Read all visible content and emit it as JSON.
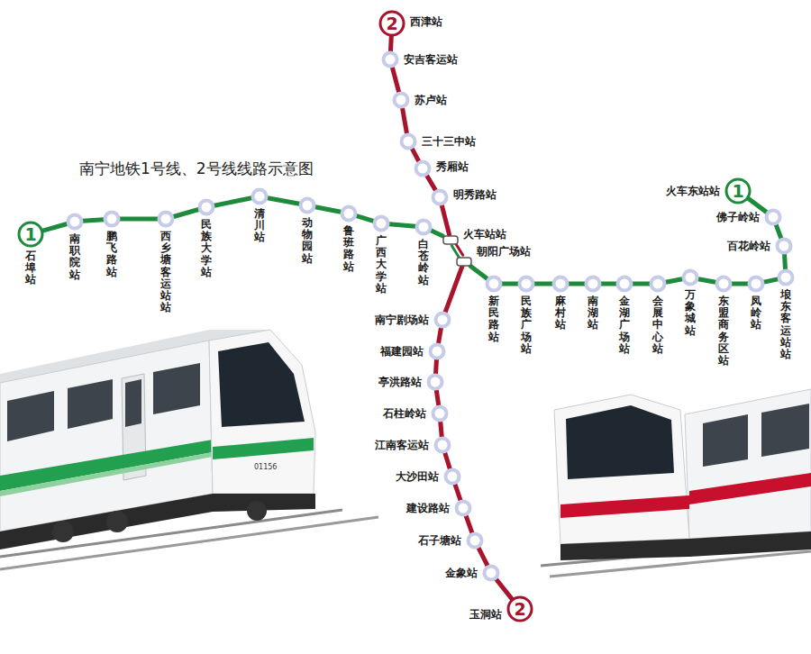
{
  "diagram": {
    "title": "南宁地铁1号线、2号线线路示意图",
    "nodes": [
      {
        "text": [
          "1",
          "石埠站"
        ]
      },
      {
        "text": [
          "南职院站"
        ]
      },
      {
        "text": [
          "鹏飞路站"
        ]
      },
      {
        "text": [
          "西乡塘客运站站"
        ]
      },
      {
        "text": [
          "民族大学站"
        ]
      },
      {
        "text": [
          "清川站"
        ]
      },
      {
        "text": [
          "动物园站"
        ]
      },
      {
        "text": [
          "鲁班路站"
        ]
      },
      {
        "text": [
          "广西大学站"
        ]
      },
      {
        "text": [
          "白苍岭站"
        ]
      },
      {
        "text": [
          "火车站站"
        ]
      },
      {
        "text": [
          "朝阳广场站"
        ]
      },
      {
        "text": [
          "新民路站"
        ]
      },
      {
        "text": [
          "民族广场站"
        ]
      },
      {
        "text": [
          "麻村站"
        ]
      },
      {
        "text": [
          "南湖站"
        ]
      },
      {
        "text": [
          "金湖广场站"
        ]
      },
      {
        "text": [
          "会展中心站"
        ]
      },
      {
        "text": [
          "万象城站"
        ]
      },
      {
        "text": [
          "东盟商务区站"
        ]
      },
      {
        "text": [
          "凤岭站"
        ]
      },
      {
        "text": [
          "埌东客运站站"
        ]
      },
      {
        "text": [
          "百花岭站"
        ]
      },
      {
        "text": [
          "佛子岭站"
        ]
      },
      {
        "text": [
          "1",
          "火车东站站"
        ]
      },
      {
        "text": [
          "2",
          "西津站"
        ]
      },
      {
        "text": [
          "安吉客运站"
        ]
      },
      {
        "text": [
          "苏卢站"
        ]
      },
      {
        "text": [
          "三十三中站"
        ]
      },
      {
        "text": [
          "秀厢站"
        ]
      },
      {
        "text": [
          "明秀路站"
        ]
      },
      {
        "text": [
          "南宁剧场站"
        ]
      },
      {
        "text": [
          "福建园站"
        ]
      },
      {
        "text": [
          "亭洪路站"
        ]
      },
      {
        "text": [
          "石柱岭站"
        ]
      },
      {
        "text": [
          "江南客运站"
        ]
      },
      {
        "text": [
          "大沙田站"
        ]
      },
      {
        "text": [
          "建设路站"
        ]
      },
      {
        "text": [
          "石子塘站"
        ]
      },
      {
        "text": [
          "金象站"
        ]
      },
      {
        "text": [
          "2",
          "玉洞站"
        ]
      }
    ],
    "edges": [
      {
        "from": 0,
        "to": 1,
        "arrow": "none"
      },
      {
        "from": 1,
        "to": 2,
        "arrow": "none"
      },
      {
        "from": 2,
        "to": 3,
        "arrow": "none"
      },
      {
        "from": 3,
        "to": 4,
        "arrow": "none"
      },
      {
        "from": 4,
        "to": 5,
        "arrow": "none"
      },
      {
        "from": 5,
        "to": 6,
        "arrow": "none"
      },
      {
        "from": 6,
        "to": 7,
        "arrow": "none"
      },
      {
        "from": 7,
        "to": 8,
        "arrow": "none"
      },
      {
        "from": 8,
        "to": 9,
        "arrow": "none"
      },
      {
        "from": 9,
        "to": 10,
        "arrow": "none"
      },
      {
        "from": 10,
        "to": 11,
        "arrow": "none"
      },
      {
        "from": 11,
        "to": 12,
        "arrow": "none"
      },
      {
        "from": 12,
        "to": 13,
        "arrow": "none"
      },
      {
        "from": 13,
        "to": 14,
        "arrow": "none"
      },
      {
        "from": 14,
        "to": 15,
        "arrow": "none"
      },
      {
        "from": 15,
        "to": 16,
        "arrow": "none"
      },
      {
        "from": 16,
        "to": 17,
        "arrow": "none"
      },
      {
        "from": 17,
        "to": 18,
        "arrow": "none"
      },
      {
        "from": 18,
        "to": 19,
        "arrow": "none"
      },
      {
        "from": 19,
        "to": 20,
        "arrow": "none"
      },
      {
        "from": 20,
        "to": 21,
        "arrow": "none"
      },
      {
        "from": 21,
        "to": 22,
        "arrow": "none"
      },
      {
        "from": 22,
        "to": 23,
        "arrow": "none"
      },
      {
        "from": 23,
        "to": 24,
        "arrow": "none"
      },
      {
        "from": 25,
        "to": 26,
        "arrow": "none"
      },
      {
        "from": 26,
        "to": 27,
        "arrow": "none"
      },
      {
        "from": 27,
        "to": 28,
        "arrow": "none"
      },
      {
        "from": 28,
        "to": 29,
        "arrow": "none"
      },
      {
        "from": 29,
        "to": 30,
        "arrow": "none"
      },
      {
        "from": 30,
        "to": 10,
        "arrow": "none"
      },
      {
        "from": 10,
        "to": 11,
        "arrow": "none"
      },
      {
        "from": 11,
        "to": 31,
        "arrow": "none"
      },
      {
        "from": 31,
        "to": 32,
        "arrow": "none"
      },
      {
        "from": 32,
        "to": 33,
        "arrow": "none"
      },
      {
        "from": 33,
        "to": 34,
        "arrow": "none"
      },
      {
        "from": 34,
        "to": 35,
        "arrow": "none"
      },
      {
        "from": 35,
        "to": 36,
        "arrow": "none"
      },
      {
        "from": 36,
        "to": 37,
        "arrow": "none"
      },
      {
        "from": 37,
        "to": 38,
        "arrow": "none"
      },
      {
        "from": 38,
        "to": 39,
        "arrow": "none"
      },
      {
        "from": 39,
        "to": 40,
        "arrow": "none"
      }
    ],
    "labels": [
      "01156"
    ]
  }
}
